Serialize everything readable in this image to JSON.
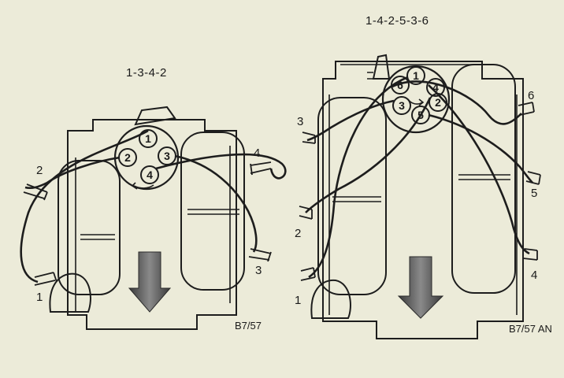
{
  "left_figure": {
    "firing_order": "1-3-4-2",
    "figure_code": "B7/57",
    "cap_numbers": [
      "1",
      "2",
      "3",
      "4"
    ],
    "wire_labels": [
      "1",
      "2",
      "3",
      "4"
    ]
  },
  "right_figure": {
    "firing_order": "1-4-2-5-3-6",
    "figure_code": "B7/57 AN",
    "cap_numbers": [
      "1",
      "2",
      "3",
      "4",
      "5",
      "6"
    ],
    "wire_labels": [
      "1",
      "2",
      "3",
      "4",
      "5",
      "6"
    ]
  },
  "colors": {
    "paper": "#ecebd9",
    "ink": "#1d1d1d",
    "arrow": "#555555"
  }
}
